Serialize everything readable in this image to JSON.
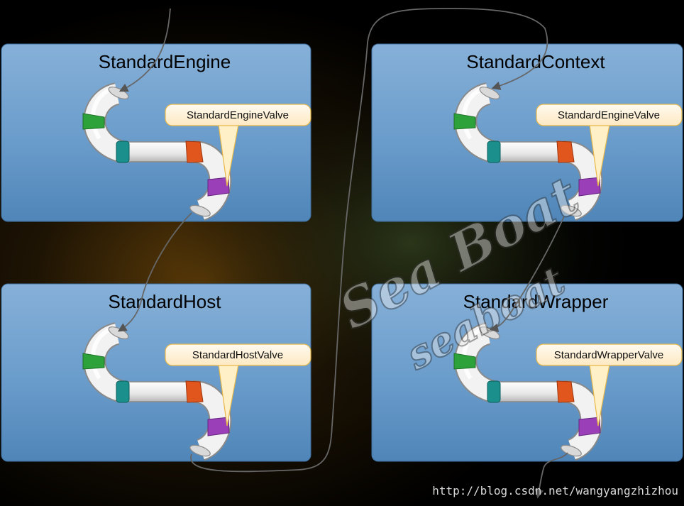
{
  "boxes": [
    {
      "title": "StandardEngine",
      "valve_label": "StandardEngineValve"
    },
    {
      "title": "StandardContext",
      "valve_label": "StandardEngineValve"
    },
    {
      "title": "StandardHost",
      "valve_label": "StandardHostValve"
    },
    {
      "title": "StandardWrapper",
      "valve_label": "StandardWrapperValve"
    }
  ],
  "logo": {
    "line1": "Sea Boat",
    "line2": "seaboat"
  },
  "watermark": "http://blog.csdn.net/wangyangzhizhou",
  "colors": {
    "box_fill": "#5f93c2",
    "box_highlight": "#8ab6da",
    "ring_green": "#2ea23a",
    "ring_teal": "#1a8f8c",
    "ring_orange": "#e1561d",
    "ring_purple": "#9b3fb8",
    "callout_fill": "#fff4dc",
    "callout_stroke": "#e8b94a",
    "connector": "#666666"
  }
}
